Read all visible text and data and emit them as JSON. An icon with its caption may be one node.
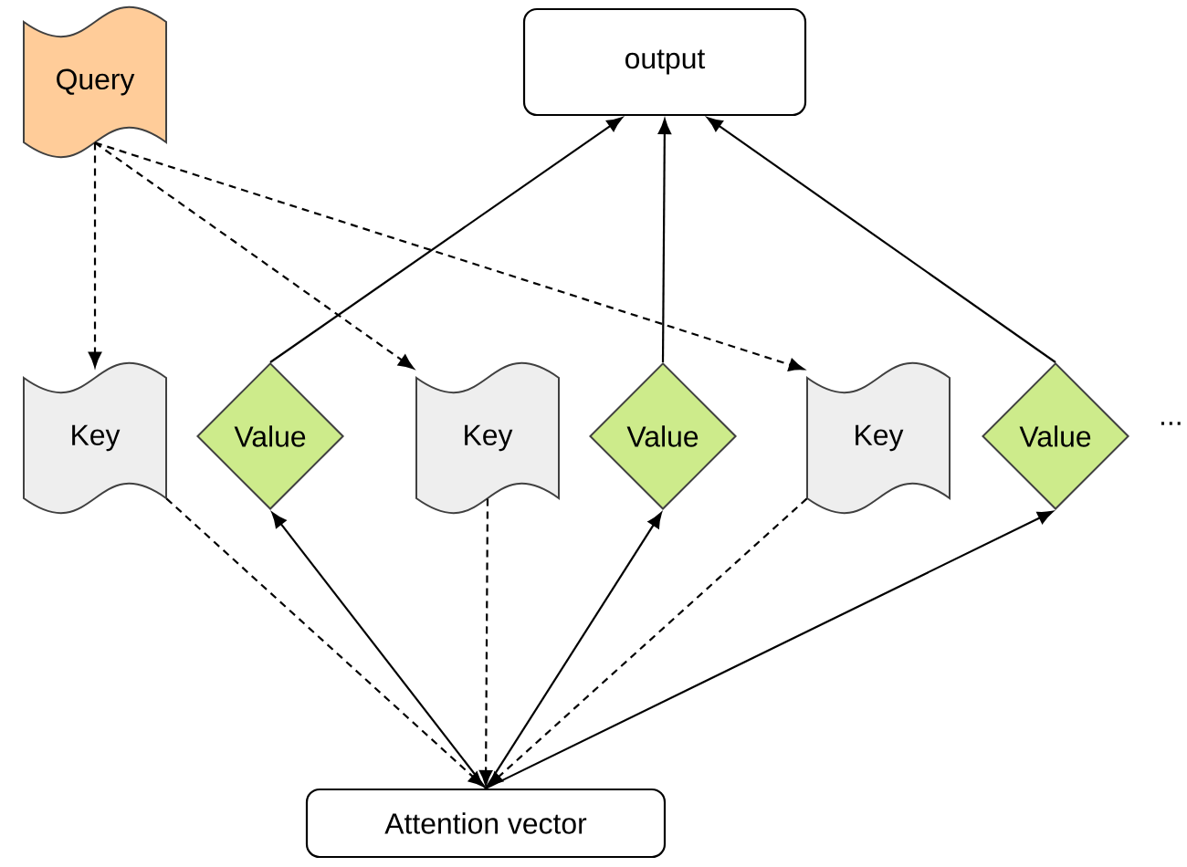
{
  "diagram": {
    "nodes": [
      {
        "text": [
          "Query"
        ]
      },
      {
        "text": [
          "output"
        ]
      },
      {
        "text": [
          "Key"
        ]
      },
      {
        "text": [
          "Value"
        ]
      },
      {
        "text": [
          "Key"
        ]
      },
      {
        "text": [
          "Value"
        ]
      },
      {
        "text": [
          "Key"
        ]
      },
      {
        "text": [
          "Value"
        ]
      },
      {
        "text": [
          "Attention vector"
        ]
      }
    ],
    "edges": [
      {
        "from": 0,
        "to": 2,
        "arrow": "to",
        "style": "dashed"
      },
      {
        "from": 0,
        "to": 4,
        "arrow": "to",
        "style": "dashed"
      },
      {
        "from": 0,
        "to": 6,
        "arrow": "to",
        "style": "dashed"
      },
      {
        "from": 3,
        "to": 1,
        "arrow": "to"
      },
      {
        "from": 5,
        "to": 1,
        "arrow": "to"
      },
      {
        "from": 7,
        "to": 1,
        "arrow": "to"
      },
      {
        "from": 2,
        "to": 8,
        "arrow": "to",
        "style": "dashed"
      },
      {
        "from": 4,
        "to": 8,
        "arrow": "to",
        "style": "dashed"
      },
      {
        "from": 6,
        "to": 8,
        "arrow": "to",
        "style": "dashed"
      },
      {
        "from": 8,
        "to": 3,
        "arrow": "to"
      },
      {
        "from": 8,
        "to": 5,
        "arrow": "to"
      },
      {
        "from": 8,
        "to": 7,
        "arrow": "to"
      }
    ],
    "labels": [
      "..."
    ]
  }
}
